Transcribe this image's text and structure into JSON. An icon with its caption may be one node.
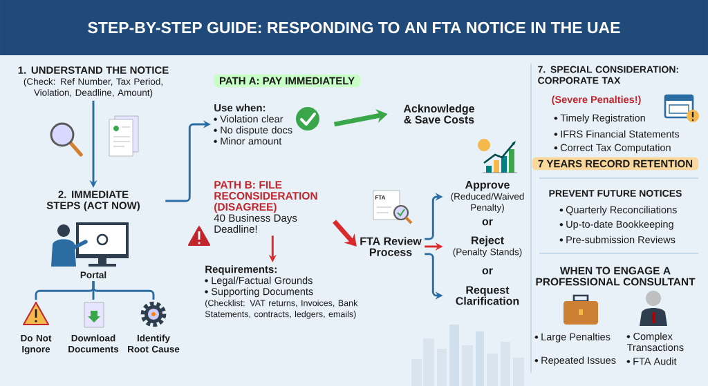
{
  "diagram": {
    "title": "STEP-BY-STEP GUIDE: RESPONDING TO AN FTA NOTICE IN THE UAE",
    "nodes": [
      {
        "text": [
          "1. UNDERSTAND THE NOTICE",
          "(Check: Ref Number, Tax Period, Violation, Deadline, Amount)"
        ]
      },
      {
        "text": [
          "2. IMMEDIATE STEPS (ACT NOW)"
        ]
      },
      {
        "text": [
          "Portal"
        ]
      },
      {
        "text": [
          "Do Not Ignore"
        ]
      },
      {
        "text": [
          "Download Documents"
        ]
      },
      {
        "text": [
          "Identify Root Cause"
        ]
      },
      {
        "text": [
          "PATH A: PAY IMMEDIATELY"
        ]
      },
      {
        "text": [
          "Use when:",
          "Violation clear",
          "No dispute docs",
          "Minor amount"
        ]
      },
      {
        "text": [
          "Acknowledge & Save Costs"
        ]
      },
      {
        "text": [
          "PATH B: FILE RECONSIDERATION (DISAGREE)",
          "40 Business Days Deadline!"
        ]
      },
      {
        "text": [
          "Requirements:",
          "Legal/Factual Grounds",
          "Supporting Documents",
          "(Checklist: VAT returns, Invoices, Bank Statements, contracts, ledgers, emails)"
        ]
      },
      {
        "text": [
          "FTA Review Process"
        ]
      },
      {
        "text": [
          "Approve",
          "(Reduced/Waived Penalty)"
        ]
      },
      {
        "text": [
          "Reject",
          "(Penalty Stands)"
        ]
      },
      {
        "text": [
          "Request Clarification"
        ]
      },
      {
        "text": [
          "7 YEARS RECORD RETENTION"
        ]
      }
    ],
    "edges": [
      {
        "from": 0,
        "to": 1,
        "arrow": "to"
      },
      {
        "from": 1,
        "to": 7,
        "arrow": "to"
      },
      {
        "from": 2,
        "to": 3,
        "arrow": "none"
      },
      {
        "from": 2,
        "to": 4,
        "arrow": "none"
      },
      {
        "from": 2,
        "to": 5,
        "arrow": "none"
      },
      {
        "from": 7,
        "to": 8,
        "arrow": "to",
        "style": "thick",
        "color": "#3aa64a"
      },
      {
        "from": 9,
        "to": 11,
        "arrow": "to",
        "style": "thick",
        "color": "#d92b2b"
      },
      {
        "from": 9,
        "to": 10,
        "arrow": "to",
        "color": "#d92b2b"
      },
      {
        "from": 11,
        "to": 12,
        "arrow": "to"
      },
      {
        "from": 11,
        "to": 13,
        "arrow": "to",
        "color": "#d92b2b"
      },
      {
        "from": 11,
        "to": 14,
        "arrow": "to"
      }
    ],
    "labels": [
      "FTA",
      "or",
      "or",
      "7. SPECIAL CONSIDERATION: CORPORATE TAX",
      "(Severe Penalties!)",
      "Timely Registration",
      "IFRS Financial Statements",
      "Correct Tax Computation",
      "PREVENT FUTURE NOTICES",
      "Quarterly Reconciliations",
      "Up-to-date Bookkeeping",
      "Pre-submission Reviews",
      "WHEN TO ENGAGE A PROFESSIONAL CONSULTANT",
      "Large Penalties",
      "Complex Transactions",
      "Repeated Issues",
      "FTA Audit"
    ]
  }
}
